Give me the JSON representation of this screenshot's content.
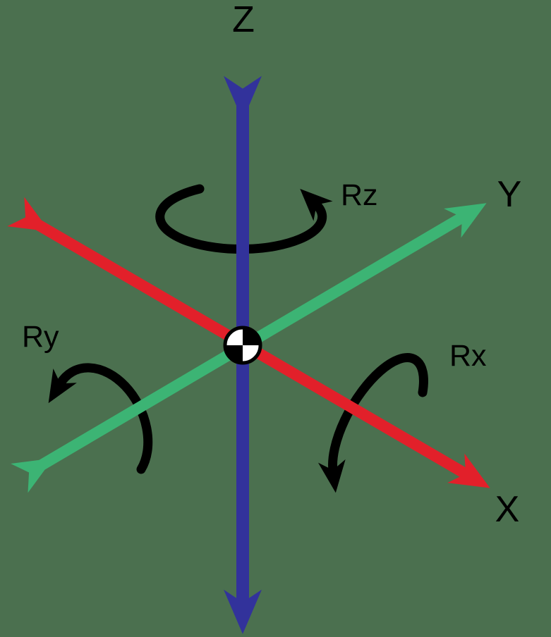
{
  "canvas": {
    "background_color": "#4B704F",
    "width": "781",
    "height": "904"
  },
  "colors": {
    "x_axis": "#E2202A",
    "y_axis": "#3CB474",
    "z_axis": "#32329B",
    "ink": "#000000",
    "center_fill": "#FFFFFF"
  },
  "labels": {
    "x_axis": "X",
    "y_axis": "Y",
    "z_axis": "Z",
    "rx": "Rx",
    "ry": "Ry",
    "rz": "Rz"
  },
  "icons": {
    "center_symbol": "center-of-mass-checkered-circle"
  }
}
